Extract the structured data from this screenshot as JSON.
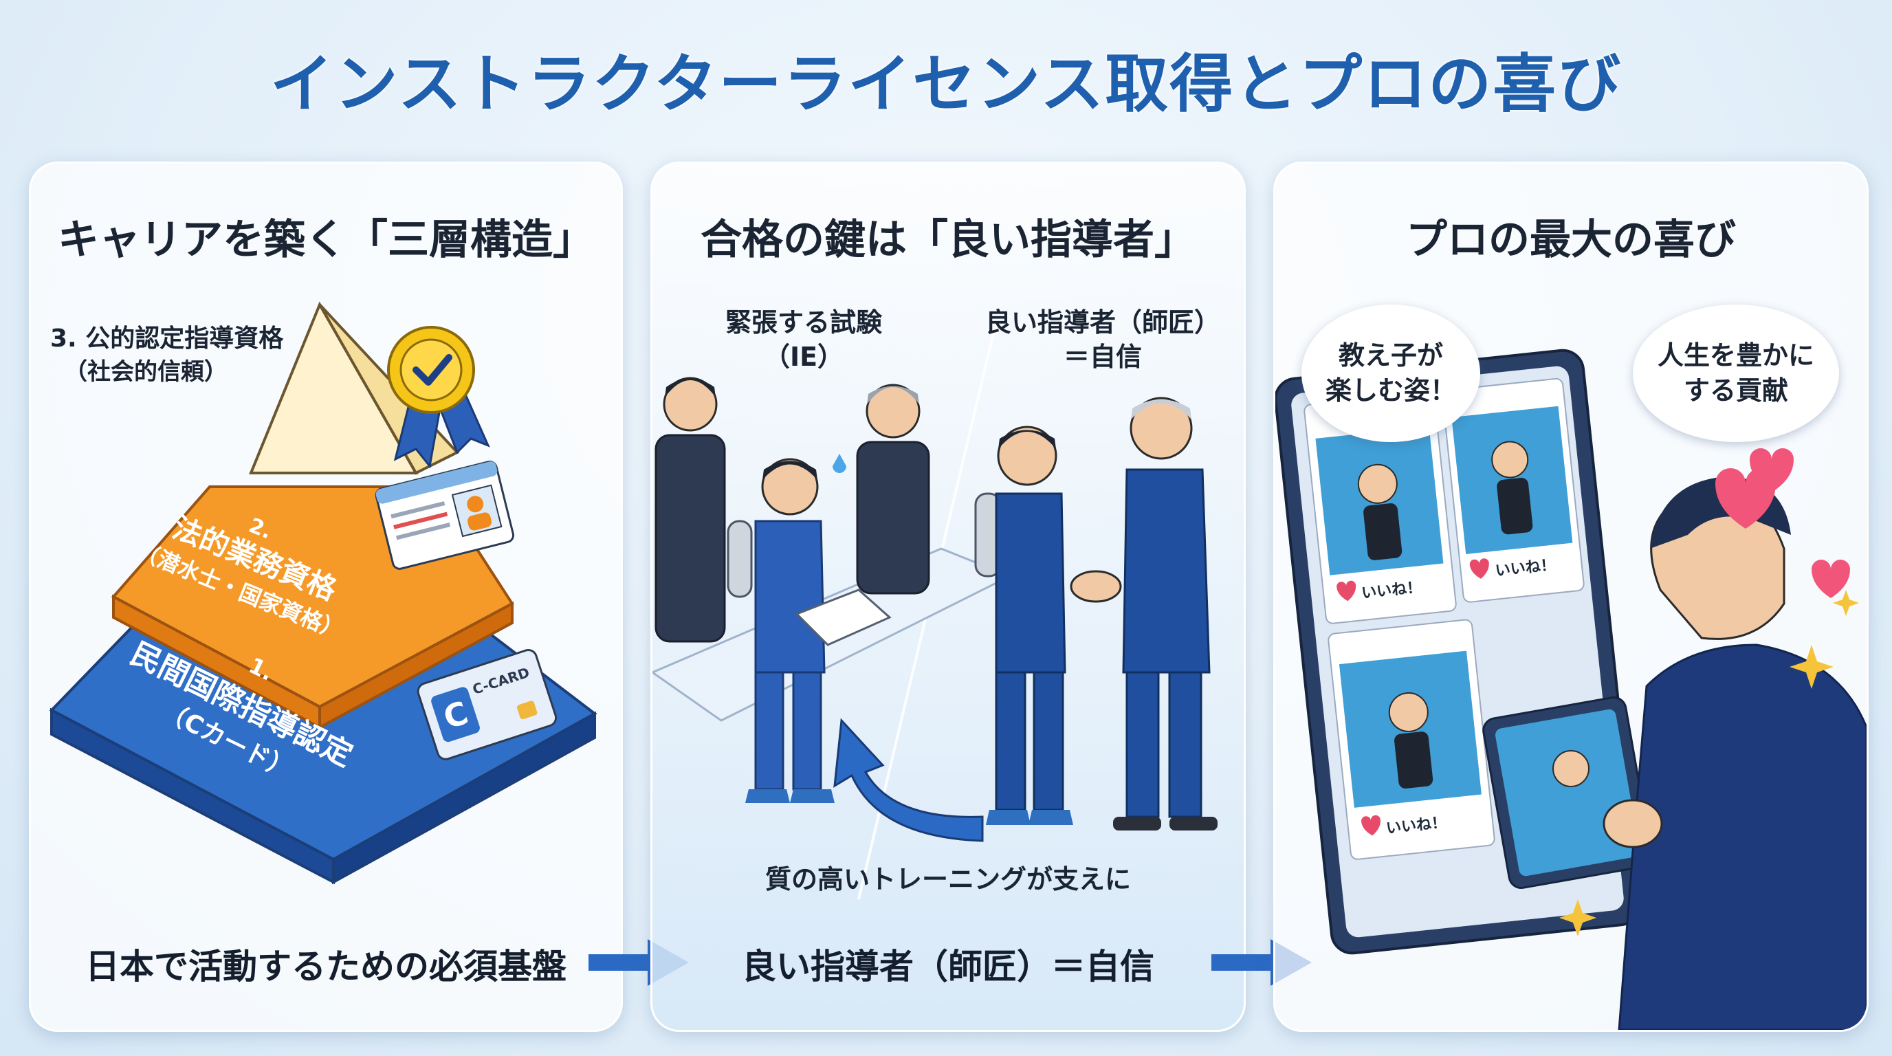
{
  "title": "インストラクターライセンス取得とプロの喜び",
  "panel1": {
    "title": "キャリアを築く「三層構造」",
    "tier3_label": "3. 公的認定指導資格",
    "tier3_sub": "（社会的信頼）",
    "tier2_num": "2.",
    "tier2_label": "法的業務資格",
    "tier2_sub": "（潜水士・国家資格）",
    "tier1_num": "1.",
    "tier1_label": "民間国際指導認定",
    "tier1_sub": "（Cカード）",
    "card_letter": "C",
    "card_text": "C-CARD",
    "bottom": "日本で活動するための必須基盤"
  },
  "panel2": {
    "title": "合格の鍵は「良い指導者」",
    "left_label_1": "緊張する試験",
    "left_label_2": "（IE）",
    "right_label_1": "良い指導者（師匠）",
    "right_label_2": "＝自信",
    "support": "質の高いトレーニングが支えに",
    "bottom": "良い指導者（師匠）＝自信"
  },
  "panel3": {
    "title": "プロの最大の喜び",
    "bubble_left": "教え子が\n楽しむ姿！",
    "bubble_right": "人生を豊かに\nする貢献",
    "like": "いいね！"
  },
  "colors": {
    "title_blue": "#1e5fae",
    "navy": "#1d3f86",
    "orange": "#f08a1c",
    "gold": "#f5c518"
  }
}
